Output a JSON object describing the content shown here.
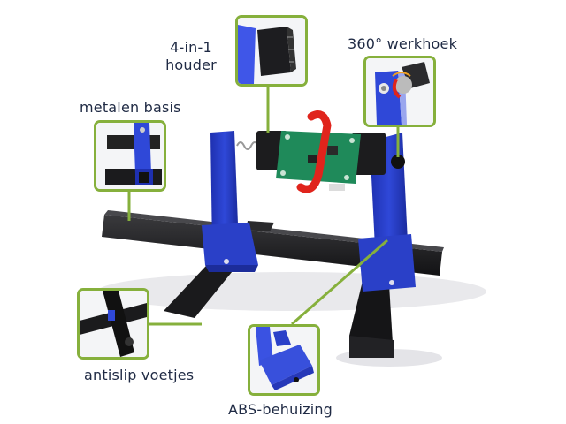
{
  "colors": {
    "accent_green": "#86b03c",
    "label_text": "#1f2a44",
    "frame_blue": "#2a40c8",
    "bar_black": "#1c1c1e",
    "pcb_green": "#1f8a5a",
    "arrow_red": "#e0241c"
  },
  "callouts": [
    {
      "id": "holder",
      "label": "4-in-1\nhouder",
      "label_line1": "4-in-1",
      "label_line2": "houder"
    },
    {
      "id": "rotation",
      "label": "360° werkhoek"
    },
    {
      "id": "base",
      "label": "metalen basis"
    },
    {
      "id": "feet",
      "label": "antislip voetjes"
    },
    {
      "id": "housing",
      "label": "ABS-behuizing"
    }
  ]
}
